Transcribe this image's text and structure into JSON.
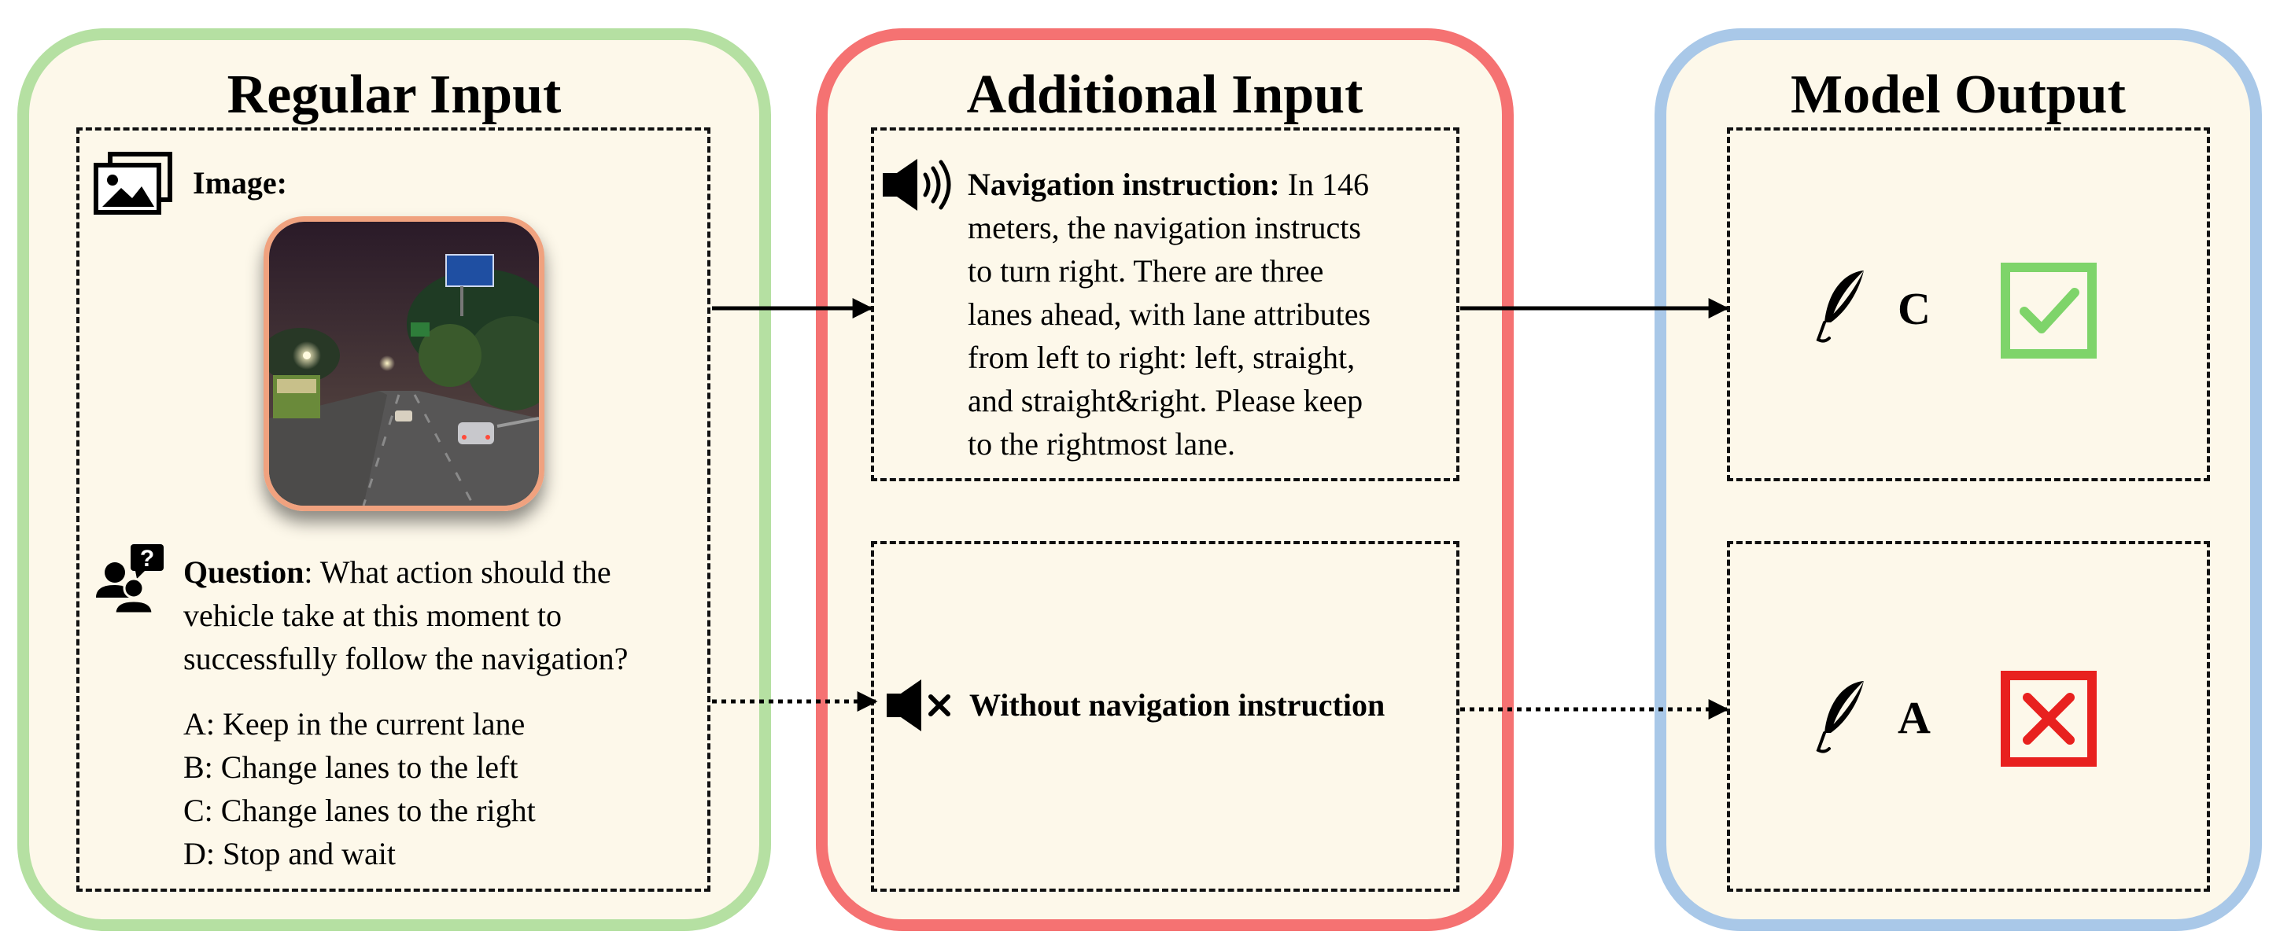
{
  "regular_input": {
    "title": "Regular Input",
    "image_label": "Image:",
    "question_label": "Question",
    "question_lines": [
      ": What action should the",
      "vehicle take at this moment to",
      "successfully follow the navigation?"
    ],
    "options": [
      "A: Keep in the current lane",
      "B: Change lanes to the left",
      "C: Change lanes to the right",
      "D: Stop and wait"
    ]
  },
  "additional_input": {
    "title": "Additional Input",
    "nav_label": "Navigation instruction:",
    "nav_lines": [
      " In 146",
      "meters, the navigation instructs",
      "to turn right. There are three",
      "lanes ahead, with lane attributes",
      "from left to right: left, straight,",
      "and straight&right. Please keep",
      "to the rightmost lane."
    ],
    "without_label": "Without navigation instruction"
  },
  "model_output": {
    "title": "Model Output",
    "answer_with": "C",
    "answer_without": "A"
  },
  "icons": {
    "image": "image-gallery-icon",
    "question": "people-question-icon",
    "speaker": "speaker-on-icon",
    "mute": "speaker-mute-icon",
    "feather": "feather-quill-icon",
    "check": "check-box-icon",
    "cross": "cross-box-icon"
  },
  "colors": {
    "regular_border": "#b5e0a2",
    "additional_border": "#f57272",
    "output_border": "#a9c8e8",
    "panel_fill": "#fdf8ea",
    "correct": "#7ed46a",
    "wrong": "#e8211f"
  }
}
